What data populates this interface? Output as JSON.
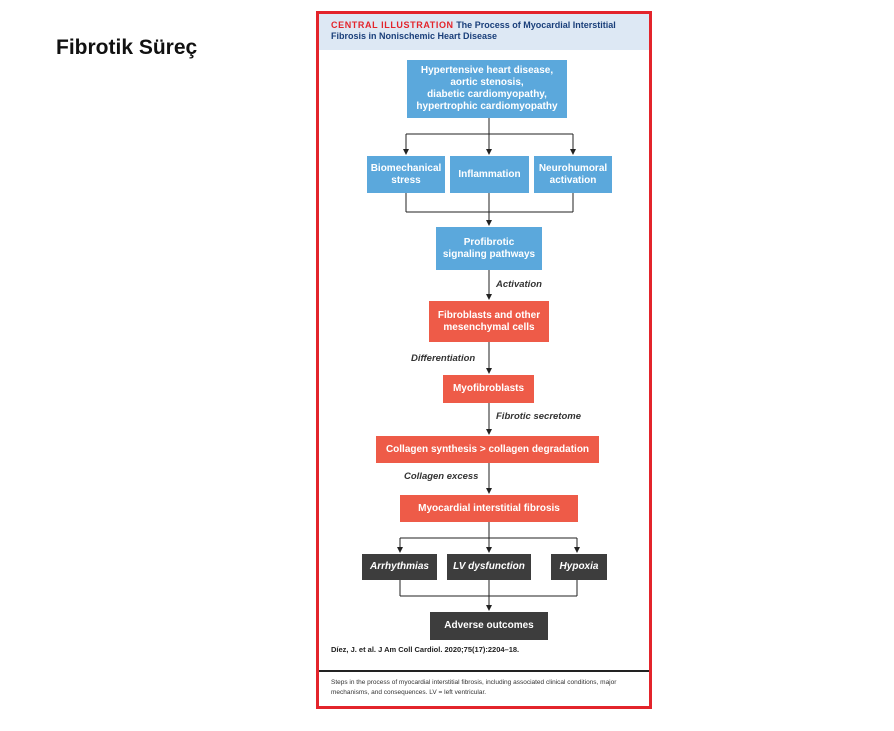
{
  "page_title": "Fibrotik Süreç",
  "figure": {
    "label": "CENTRAL ILLUSTRATION",
    "title": "The Process of Myocardial Interstitial Fibrosis in Nonischemic Heart Disease",
    "nodes": {
      "conditions": "Hypertensive heart disease,\naortic stenosis,\ndiabetic cardiomyopathy,\nhypertrophic cardiomyopathy",
      "biomechanical": "Biomechanical\nstress",
      "inflammation": "Inflammation",
      "neurohumoral": "Neurohumoral\nactivation",
      "profibrotic": "Profibrotic\nsignaling pathways",
      "fibroblasts": "Fibroblasts and other\nmesenchymal cells",
      "myofibroblasts": "Myofibroblasts",
      "collagen": "Collagen synthesis > collagen degradation",
      "fibrosis": "Myocardial interstitial fibrosis",
      "arrhythmias": "Arrhythmias",
      "lv_dysfunction": "LV dysfunction",
      "hypoxia": "Hypoxia",
      "adverse": "Adverse outcomes"
    },
    "edge_labels": {
      "activation": "Activation",
      "differentiation": "Differentiation",
      "secretome": "Fibrotic secretome",
      "collagen_excess": "Collagen excess"
    },
    "citation": "Díez, J. et al. J Am Coll Cardiol. 2020;75(17):2204–18.",
    "caption": "Steps in the process of myocardial interstitial fibrosis, including associated clinical conditions, major mechanisms, and consequences. LV = left ventricular.",
    "colors": {
      "border": "#e3242b",
      "header_bg": "#dde8f4",
      "blue": "#5ba8dc",
      "red": "#ee5b48",
      "dark": "#3d3d3d"
    }
  }
}
